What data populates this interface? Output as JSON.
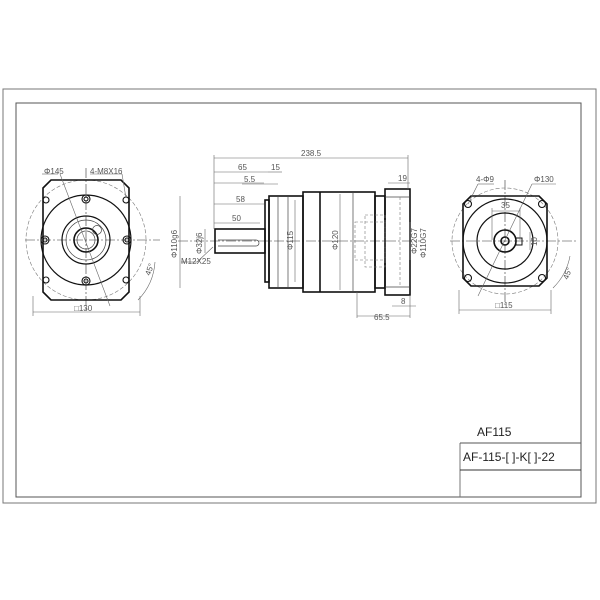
{
  "drawing": {
    "model": "AF115",
    "part_number": "AF-115-[   ]-K[   ]-22",
    "line_color": "#222222",
    "dimension_color": "#555555"
  },
  "front_view": {
    "pcd": "Φ145",
    "bolt_holes": "4-M8X16",
    "square": "□130",
    "angle": "45°"
  },
  "side_view": {
    "overall_length": "238.5",
    "dim_65": "65",
    "dim_15": "15",
    "dim_5_5": "5.5",
    "dim_58": "58",
    "dim_50": "50",
    "shaft_dia": "Φ32j6",
    "tap": "M12X25",
    "pilot": "Φ110g6",
    "body_dia_1": "Φ115",
    "body_dia_2": "Φ120",
    "input_bore": "Φ22G7",
    "input_pilot": "Φ110G7",
    "dim_19": "19",
    "dim_8": "8",
    "dim_65_5": "65.5"
  },
  "rear_view": {
    "holes": "4-Φ9",
    "pcd": "Φ130",
    "key_width": "35",
    "key_height": "10",
    "square": "□115",
    "angle": "45°"
  }
}
